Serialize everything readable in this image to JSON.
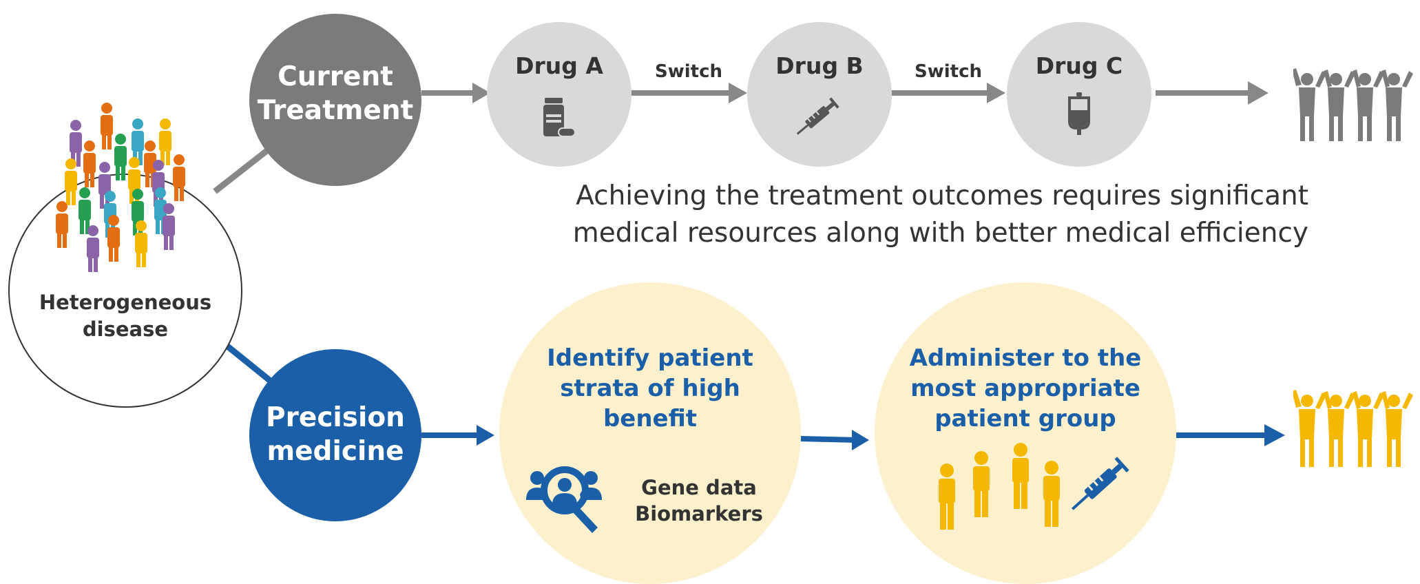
{
  "colors": {
    "gray_dark": "#7b7b7b",
    "gray_light": "#d9d9d9",
    "blue": "#1b5fa8",
    "cream": "#fcf1cc",
    "gold": "#f5b800",
    "arrow_gray": "#888888"
  },
  "origin": {
    "label": "Heterogeneous disease"
  },
  "current": {
    "label_line1": "Current",
    "label_line2": "Treatment",
    "drugs": [
      {
        "label": "Drug A",
        "icon": "pill-bottle-icon"
      },
      {
        "label": "Drug B",
        "icon": "syringe-icon"
      },
      {
        "label": "Drug C",
        "icon": "iv-bag-icon"
      }
    ],
    "switch_labels": [
      "Switch",
      "Switch"
    ],
    "outcome_line1": "Achieving the treatment outcomes requires significant",
    "outcome_line2": "medical resources along with better medical efficiency",
    "result_icon": "people-group-gray-icon"
  },
  "precision": {
    "label_line1": "Precision",
    "label_line2": "medicine",
    "step1": {
      "line1": "Identify patient",
      "line2": "strata of high",
      "line3": "benefit",
      "data_line1": "Gene data",
      "data_line2": "Biomarkers",
      "icon": "search-people-icon"
    },
    "step2": {
      "line1": "Administer to the",
      "line2": "most appropriate",
      "line3": "patient group",
      "icon": "patients-syringe-icon"
    },
    "result_icon": "people-group-gold-icon"
  }
}
